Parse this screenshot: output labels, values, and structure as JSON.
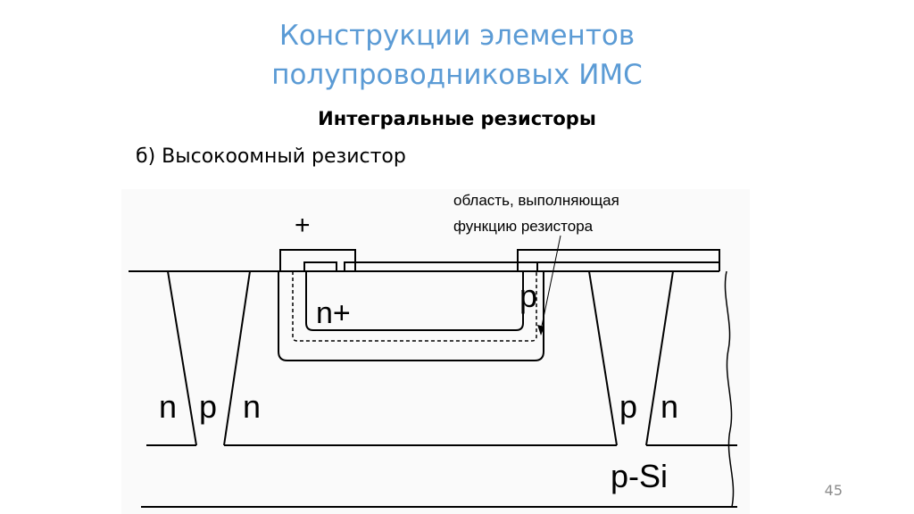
{
  "slide": {
    "title_line1": "Конструкции элементов",
    "title_line2": "полупроводниковых ИМС",
    "subtitle": "Интегральные резисторы",
    "item_label": "б) Высокоомный резистор",
    "page_number": "45"
  },
  "diagram": {
    "callout_line1": "область, выполняющая",
    "callout_line2": "функцию резистора",
    "contact_plus": "+",
    "label_p_top": "p",
    "label_n_plus": "n+",
    "label_n_left1": "n",
    "label_p_left": "p",
    "label_n_left2": "n",
    "label_p_right": "p",
    "label_n_right": "n",
    "label_substrate": "p-Si"
  }
}
